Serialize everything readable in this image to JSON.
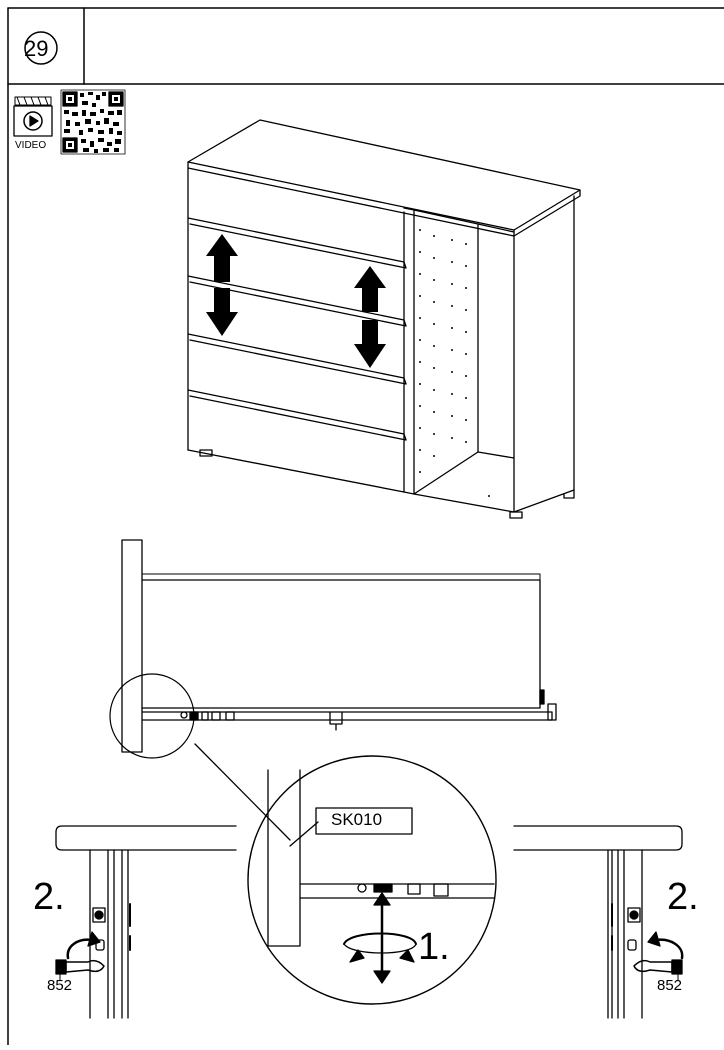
{
  "step": {
    "number": "29"
  },
  "video": {
    "label": "VIDEO",
    "icon": "video-qr-code-icon"
  },
  "callout": {
    "part_code": "SK010"
  },
  "instructions": {
    "step1": "1.",
    "step2": "2."
  },
  "parts": {
    "left_tool": "852",
    "right_tool": "852"
  },
  "colors": {
    "ink": "#000000",
    "paper": "#ffffff",
    "shadow": "#cccccc"
  }
}
